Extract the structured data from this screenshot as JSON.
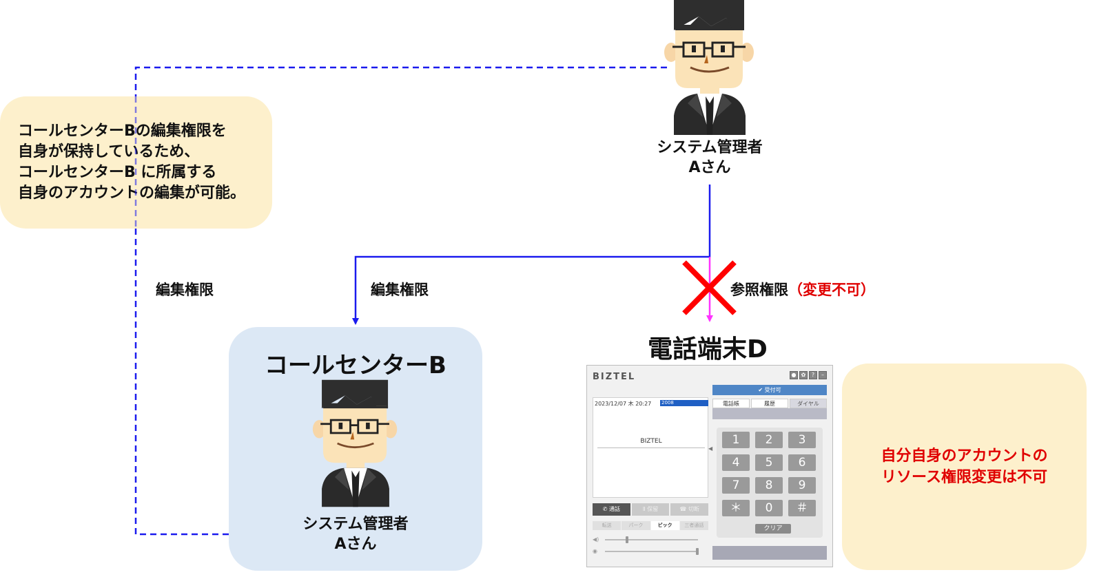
{
  "top_person": {
    "caption_line1": "システム管理者",
    "caption_line2": "Aさん"
  },
  "left_note": {
    "lines": [
      "コールセンターBの編集権限を",
      "自身が保持しているため、",
      "コールセンターB に所属する",
      "自身のアカウントの編集が可能。"
    ]
  },
  "right_note": {
    "lines": [
      "自分自身のアカウントの",
      "リソース権限変更は不可"
    ],
    "color": "#e00000"
  },
  "edges": {
    "dashed_label": "編集権限",
    "solid_label": "編集権限",
    "ref_label": "参照権限",
    "ref_note": "（変更不可）",
    "dashed_color": "#1a1aee",
    "solid_color": "#1a1aee",
    "ref_color": "#ff33ff",
    "cross_color": "#ff0000"
  },
  "call_center": {
    "title": "コールセンターB",
    "person_caption_line1": "システム管理者",
    "person_caption_line2": "Aさん",
    "bg_color": "#dce8f5"
  },
  "device": {
    "title": "電話端末D",
    "widget": {
      "brand": "BIZTEL",
      "status": "受付可",
      "datetime": "2023/12/07 木 20:27",
      "extension": "2008",
      "center_brand": "BIZTEL",
      "call_buttons": [
        "通話",
        "保留",
        "切断"
      ],
      "sub_buttons": [
        "転送",
        "パーク",
        "ピック",
        "三者通話"
      ],
      "tabs": [
        "電話帳",
        "履歴",
        "ダイヤル"
      ],
      "keys": [
        "1",
        "2",
        "3",
        "4",
        "5",
        "6",
        "7",
        "8",
        "9",
        "＊",
        "0",
        "＃"
      ],
      "clear_label": "クリア",
      "window_buttons": [
        "user-icon",
        "gear-icon",
        "help-icon",
        "minimize-icon"
      ]
    }
  }
}
